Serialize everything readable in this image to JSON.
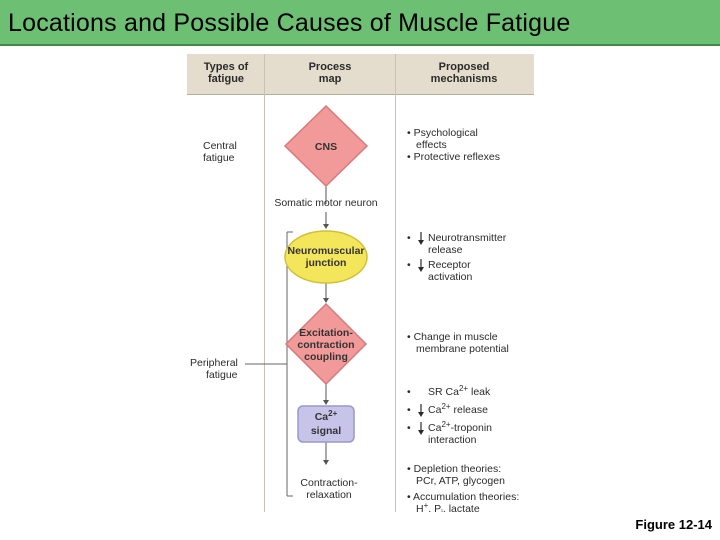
{
  "slide": {
    "title": "Locations and Possible Causes of Muscle Fatigue",
    "caption": "Figure 12-14"
  },
  "figure": {
    "headers": {
      "col1": [
        "Types of",
        "fatigue"
      ],
      "col2": [
        "Process",
        "map"
      ],
      "col3": [
        "Proposed",
        "mechanisms"
      ]
    },
    "types": {
      "central": [
        "Central",
        "fatigue"
      ],
      "peripheral": [
        "Peripheral",
        "fatigue"
      ]
    },
    "process": {
      "cns": "CNS",
      "somatic": "Somatic motor neuron",
      "nmj": [
        "Neuromuscular",
        "junction"
      ],
      "ecc": [
        "Excitation-",
        "contraction",
        "coupling"
      ],
      "ca_signal": [
        "Ca",
        "2+",
        "signal"
      ],
      "contraction": [
        "Contraction-",
        "relaxation"
      ]
    },
    "mechanisms": {
      "cns": [
        "• Psychological",
        "effects",
        "• Protective reflexes"
      ],
      "nmj_1": [
        "Neurotransmitter",
        "release"
      ],
      "nmj_2": [
        "Receptor",
        "activation"
      ],
      "ecc": [
        "• Change in muscle",
        "membrane potential"
      ],
      "ca_1": [
        "SR Ca",
        "2+",
        " leak"
      ],
      "ca_2": [
        "Ca",
        "2+",
        " release"
      ],
      "ca_3": [
        "Ca",
        "2+",
        "-troponin",
        "interaction"
      ],
      "energy": [
        "• Depletion theories:",
        "PCr, ATP, glycogen",
        "• Accumulation theories:",
        "H",
        "+",
        ", P",
        "i",
        ", lactate"
      ]
    },
    "colors": {
      "title_bg": "#6cbf73",
      "cns_fill": "#f29a9a",
      "nmj_fill": "#f4e65a",
      "ecc_fill": "#f29a9a",
      "ca_fill": "#c6c4e8",
      "header_bg": "#e4dccd"
    }
  }
}
